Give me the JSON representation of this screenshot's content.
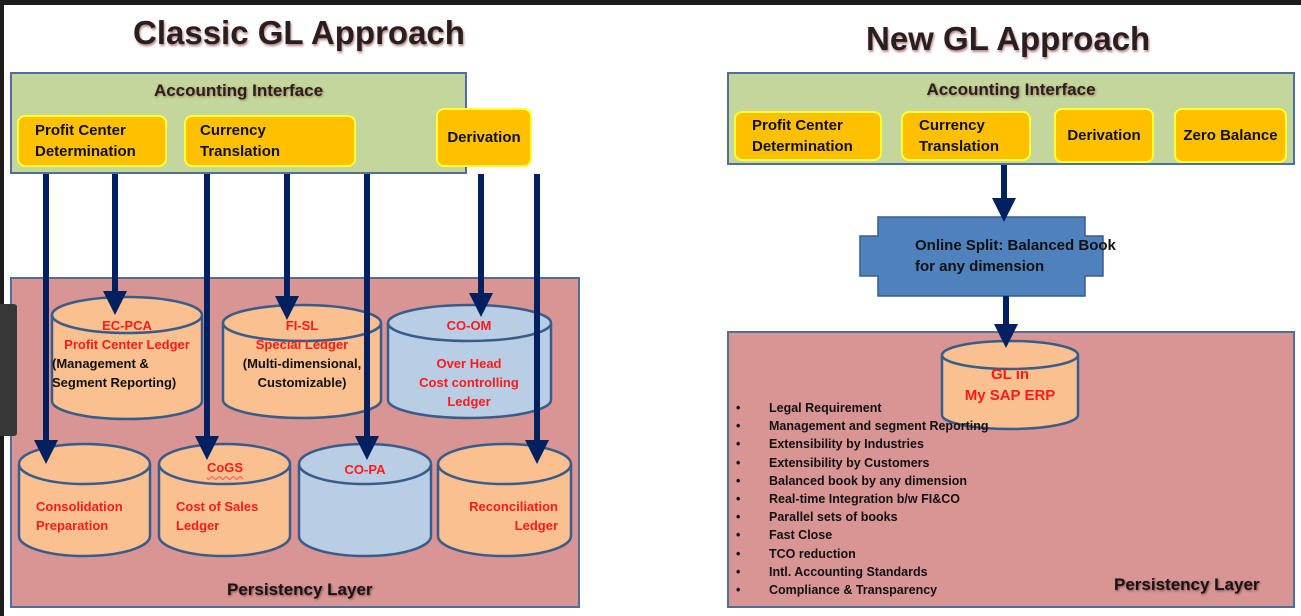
{
  "classic": {
    "title": "Classic GL Approach",
    "interface": {
      "label": "Accounting Interface",
      "boxes": [
        {
          "line1": "Profit Center",
          "line2": "Determination"
        },
        {
          "line1": "Currency",
          "line2": "Translation"
        },
        {
          "line1": "Derivation",
          "line2": ""
        }
      ]
    },
    "persistency_label": "Persistency Layer",
    "ledgers_row1": [
      {
        "code": "EC-PCA",
        "name": "Profit Center Ledger",
        "desc1": "(Management &",
        "desc2": "Segment Reporting)",
        "fill": "#fac090"
      },
      {
        "code": "FI-SL",
        "name": "Special Ledger",
        "desc1": "(Multi-dimensional,",
        "desc2": "Customizable)",
        "fill": "#fac090"
      },
      {
        "code": "CO-OM",
        "name1": "Over Head",
        "name2": "Cost controlling",
        "name3": "Ledger",
        "fill": "#b9cde5"
      }
    ],
    "ledgers_row2": [
      {
        "code": "",
        "name1": "Consolidation",
        "name2": "Preparation",
        "fill": "#fac090"
      },
      {
        "code": "CoGS",
        "name1": "Cost of Sales",
        "name2": "Ledger",
        "fill": "#fac090"
      },
      {
        "code": "CO-PA",
        "name1": "",
        "name2": "",
        "fill": "#b9cde5"
      },
      {
        "code": "",
        "name1": "Reconciliation",
        "name2": "Ledger",
        "fill": "#fac090"
      }
    ]
  },
  "new": {
    "title": "New GL Approach",
    "interface": {
      "label": "Accounting Interface",
      "boxes": [
        {
          "line1": "Profit Center",
          "line2": "Determination"
        },
        {
          "line1": "Currency",
          "line2": "Translation"
        },
        {
          "line1": "Derivation",
          "line2": ""
        },
        {
          "line1": "Zero Balance",
          "line2": ""
        }
      ]
    },
    "split": {
      "line1": "Online Split: Balanced Book",
      "line2": "for any dimension"
    },
    "gl": {
      "line1": "GL in",
      "line2": "My SAP ERP"
    },
    "bullet_glyph": "•",
    "benefits": [
      "Legal Requirement",
      "Management and segment Reporting",
      "Extensibility  by Industries",
      "Extensibility  by Customers",
      "Balanced book by any dimension",
      "Real-time Integration b/w FI&CO",
      "Parallel sets of books",
      "Fast Close",
      "TCO reduction",
      "Intl. Accounting Standards",
      "Compliance & Transparency"
    ],
    "persistency_label": "Persistency Layer"
  },
  "colors": {
    "interface_green": "#c3d69b",
    "function_yellow": "#ffc000",
    "layer_pink": "#d99594",
    "arrow_navy": "#002060",
    "ledger_orange": "#fac090",
    "ledger_blue": "#b9cde5",
    "split_blue": "#4f81bd",
    "label_red": "#ff1a1a"
  }
}
